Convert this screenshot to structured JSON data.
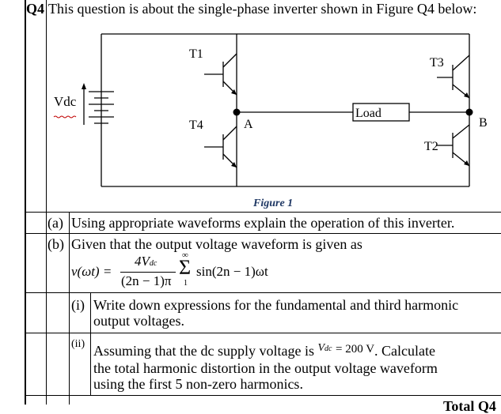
{
  "question": {
    "number": "Q4",
    "intro": "This question is about the single-phase inverter shown in Figure Q4 below:"
  },
  "circuit": {
    "labels": {
      "t1": "T1",
      "t2": "T2",
      "t3": "T3",
      "t4": "T4",
      "vdc": "Vdc",
      "node_a": "A",
      "node_b": "B",
      "load": "Load"
    },
    "caption": "Figure 1"
  },
  "parts": {
    "a": {
      "label": "(a)",
      "text": "Using appropriate waveforms explain the operation of this inverter."
    },
    "b": {
      "label": "(b)",
      "text": "Given that the output voltage waveform is given as",
      "equation": {
        "lhs": "v(ωt) =",
        "numerator": "4V",
        "numerator_sub": "dc",
        "denominator": "(2n − 1)π",
        "sum_top": "∞",
        "sum_symbol": "Σ",
        "sum_bottom": "1",
        "rhs": "sin(2n − 1)ωt"
      }
    },
    "i": {
      "label": "(i)",
      "text": "Write down expressions for the fundamental and third harmonic output voltages."
    },
    "ii": {
      "label": "(ii)",
      "text_before": "Assuming that the dc supply voltage is",
      "vdc_symbol": "V",
      "vdc_sub": "dc",
      "vdc_value": "= 200 V",
      "text_after": ". Calculate",
      "text_rest": "the total harmonic distortion in the output voltage waveform using the first 5 non-zero harmonics."
    }
  },
  "footer": {
    "total": "Total Q4"
  }
}
